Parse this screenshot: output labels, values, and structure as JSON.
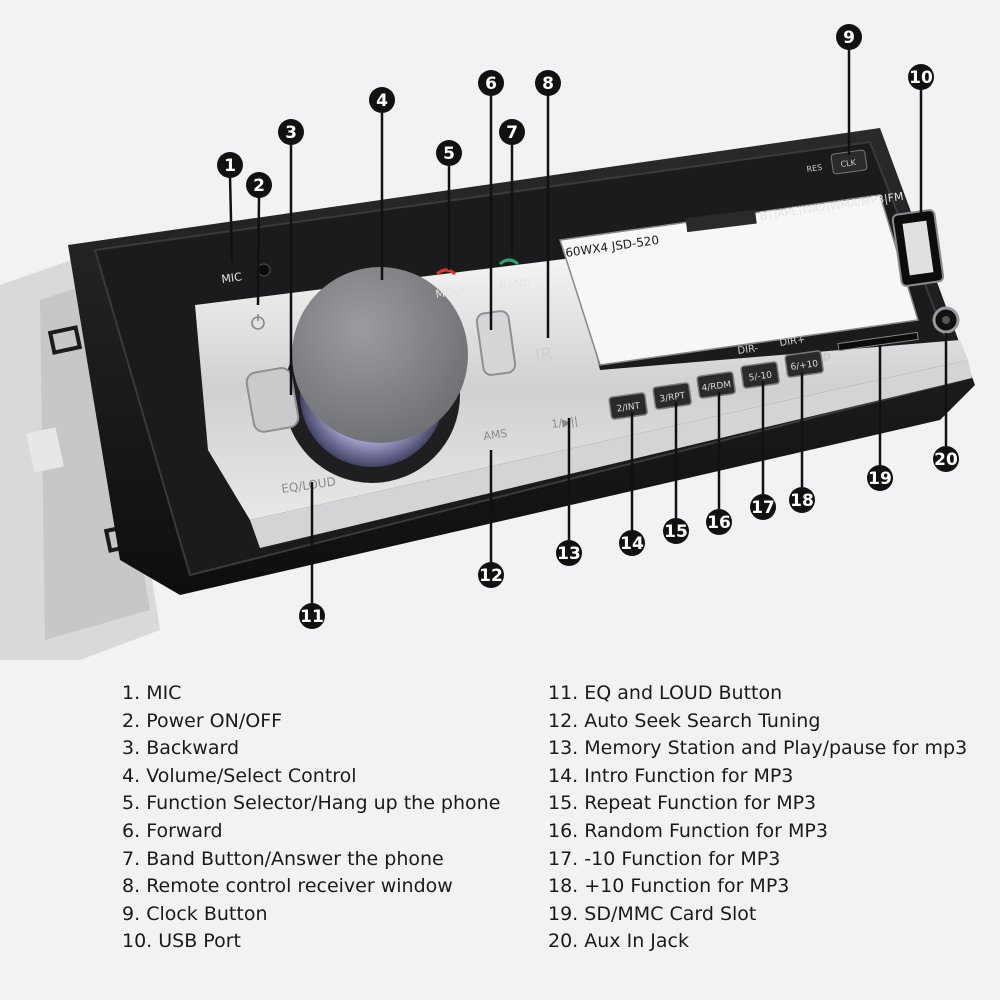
{
  "device": {
    "model_text": "60WX4  JSD-520",
    "format_text": "BT|APE|WAV|WMA/MP3|FM",
    "mic_label": "MIC",
    "mode_label": "MODE",
    "band_label": "BAND",
    "eq_label": "EQ/LOUD",
    "ams_label": "AMS",
    "play_label": "1/▶||",
    "clk_label": "CLK",
    "res_label": "RES",
    "dir_minus_label": "DIR-",
    "dir_plus_label": "DIR+",
    "sd_label": "SD",
    "ir_label": "IR",
    "number_buttons": [
      "2/INT",
      "3/RPT",
      "4/RDM",
      "5/-10",
      "6/+10"
    ]
  },
  "colors": {
    "background": "#f1f2f4",
    "body_dark": "#1b1b1d",
    "callout": "#111111",
    "knob": "#7f8184",
    "mode_icon": "#d83a2e",
    "band_icon": "#2fa36b"
  },
  "callouts": [
    {
      "n": "1"
    },
    {
      "n": "2"
    },
    {
      "n": "3"
    },
    {
      "n": "4"
    },
    {
      "n": "5"
    },
    {
      "n": "6"
    },
    {
      "n": "7"
    },
    {
      "n": "8"
    },
    {
      "n": "9"
    },
    {
      "n": "10"
    },
    {
      "n": "11"
    },
    {
      "n": "12"
    },
    {
      "n": "13"
    },
    {
      "n": "14"
    },
    {
      "n": "15"
    },
    {
      "n": "16"
    },
    {
      "n": "17"
    },
    {
      "n": "18"
    },
    {
      "n": "19"
    },
    {
      "n": "20"
    }
  ],
  "legend": {
    "left": [
      {
        "num": "1.",
        "text": "MIC"
      },
      {
        "num": "2.",
        "text": "Power ON/OFF"
      },
      {
        "num": "3.",
        "text": "Backward"
      },
      {
        "num": "4.",
        "text": "Volume/Select Control"
      },
      {
        "num": "5.",
        "text": "Function Selector/Hang up the phone"
      },
      {
        "num": "6.",
        "text": "Forward"
      },
      {
        "num": "7.",
        "text": "Band Button/Answer the phone"
      },
      {
        "num": "8.",
        "text": "Remote control receiver window"
      },
      {
        "num": "9.",
        "text": "Clock Button"
      },
      {
        "num": "10.",
        "text": "USB Port"
      }
    ],
    "right": [
      {
        "num": "11.",
        "text": "EQ and LOUD Button"
      },
      {
        "num": "12.",
        "text": "Auto Seek Search Tuning"
      },
      {
        "num": "13.",
        "text": "Memory Station and Play/pause for mp3"
      },
      {
        "num": "14.",
        "text": "Intro Function for MP3"
      },
      {
        "num": "15.",
        "text": "Repeat Function for MP3"
      },
      {
        "num": "16.",
        "text": "Random Function for MP3"
      },
      {
        "num": "17.",
        "text": "-10 Function for MP3"
      },
      {
        "num": "18.",
        "text": "+10 Function for MP3"
      },
      {
        "num": "19.",
        "text": "SD/MMC Card Slot"
      },
      {
        "num": "20.",
        "text": "Aux In Jack"
      }
    ]
  }
}
